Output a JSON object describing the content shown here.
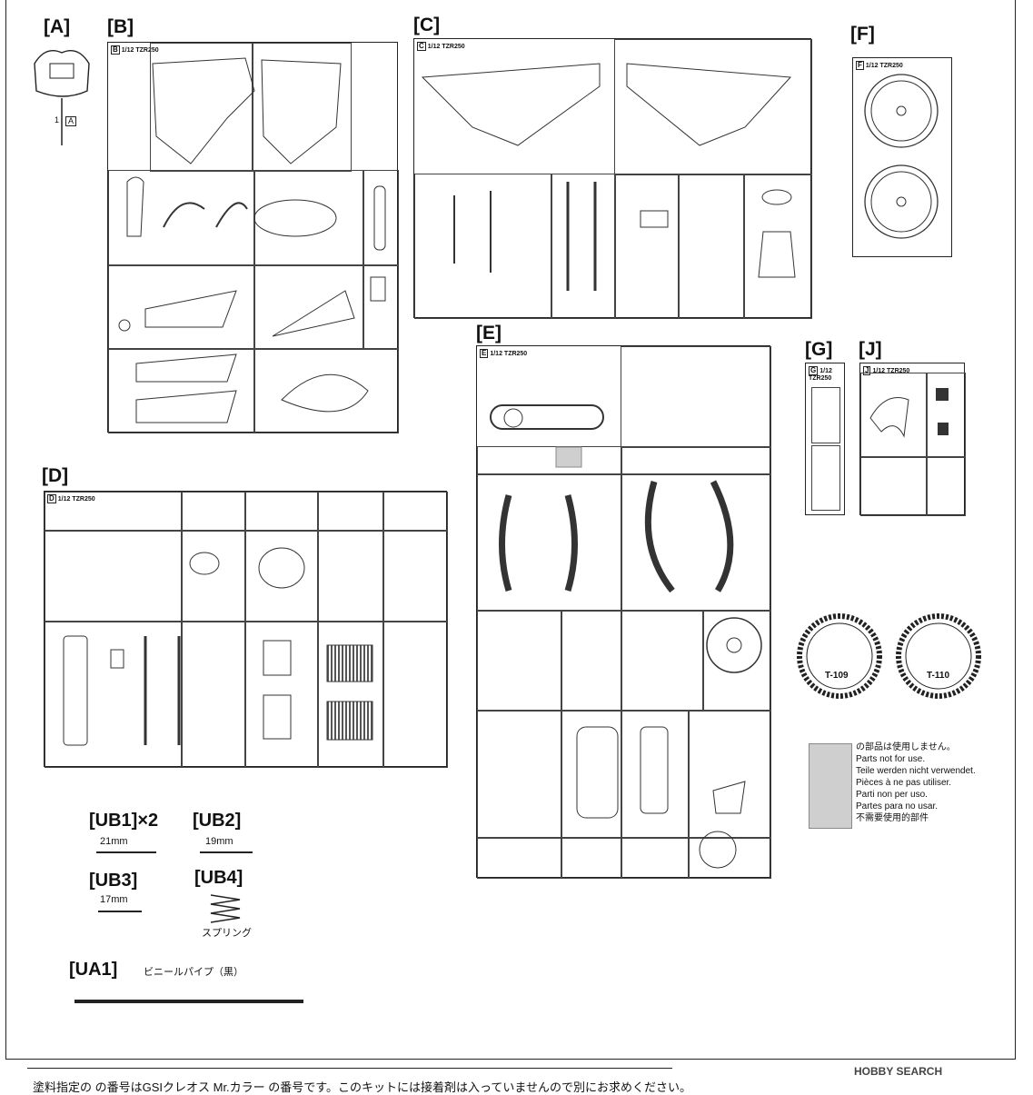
{
  "sections": {
    "A": "[A]",
    "B": "[B]",
    "C": "[C]",
    "D": "[D]",
    "E": "[E]",
    "F": "[F]",
    "G": "[G]",
    "J": "[J]"
  },
  "runner_tag": "1/12 TZR250",
  "extra_parts": {
    "ub1": {
      "label": "[UB1]×2",
      "length": "21mm"
    },
    "ub2": {
      "label": "[UB2]",
      "length": "19mm"
    },
    "ub3": {
      "label": "[UB3]",
      "length": "17mm"
    },
    "ub4": {
      "label": "[UB4]",
      "note": "スプリング"
    },
    "ua1": {
      "label": "[UA1]",
      "note": "ビニールパイプ（黒）"
    }
  },
  "tires": {
    "t109": "T-109",
    "t110": "T-110"
  },
  "legend": [
    "の部品は使用しません。",
    "Parts not for use.",
    "Teile werden nicht verwendet.",
    "Pièces à ne pas utiliser.",
    "Parti non per uso.",
    "Partes para no usar.",
    "不需要使用的部件"
  ],
  "watermark": "HOBBY SEARCH",
  "footnote": "塗料指定の の番号はGSIクレオス Mr.カラー の番号です。このキットには接着剤は入っていませんので別にお求めください。",
  "colors": {
    "line": "#222222",
    "shade": "#cfcfcf"
  }
}
